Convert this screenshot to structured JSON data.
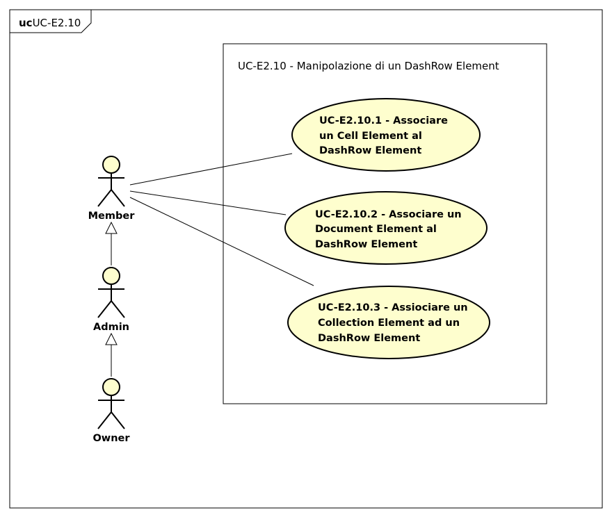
{
  "diagram": {
    "frame": {
      "tag": "uc",
      "name": "UC-E2.10"
    },
    "system": {
      "title": "UC-E2.10 - Manipolazione di un DashRow Element"
    },
    "actors": [
      {
        "id": "member",
        "label": "Member"
      },
      {
        "id": "admin",
        "label": "Admin"
      },
      {
        "id": "owner",
        "label": "Owner"
      }
    ],
    "use_cases": [
      {
        "id": "uc1",
        "lines": [
          "UC-E2.10.1 - Associare",
          "un Cell Element al",
          "DashRow Element"
        ]
      },
      {
        "id": "uc2",
        "lines": [
          "UC-E2.10.2 - Associare un",
          "Document Element al",
          "DashRow Element"
        ]
      },
      {
        "id": "uc3",
        "lines": [
          "UC-E2.10.3 - Assiociare un",
          "Collection Element ad un",
          "DashRow Element"
        ]
      }
    ],
    "associations": [
      {
        "from": "member",
        "to": "uc1"
      },
      {
        "from": "member",
        "to": "uc2"
      },
      {
        "from": "member",
        "to": "uc3"
      }
    ],
    "generalizations": [
      {
        "child": "admin",
        "parent": "member"
      },
      {
        "child": "owner",
        "parent": "admin"
      }
    ],
    "colors": {
      "fill": "#fefece",
      "stroke": "#000000",
      "background": "#ffffff"
    }
  }
}
